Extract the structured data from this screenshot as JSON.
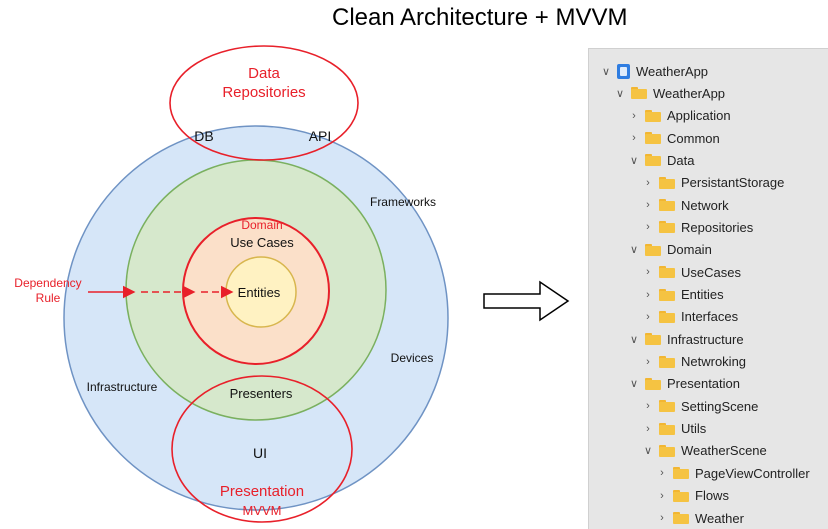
{
  "title": "Clean Architecture + MVVM",
  "diagram": {
    "data_repositories": {
      "line1": "Data",
      "line2": "Repositories"
    },
    "db": "DB",
    "api": "API",
    "frameworks": "Frameworks",
    "devices": "Devices",
    "infrastructure": "Infrastructure",
    "domain": "Domain",
    "use_cases": "Use Cases",
    "entities": "Entities",
    "presenters": "Presenters",
    "ui": "UI",
    "presentation": {
      "line1": "Presentation",
      "line2": "MVVM"
    },
    "dependency_rule": {
      "line1": "Dependency",
      "line2": "Rule"
    },
    "colors": {
      "outer_fill": "#d6e6f8",
      "outer_stroke": "#6f93c4",
      "green_fill": "#d6e8cc",
      "green_stroke": "#7ab05f",
      "orange_fill": "#fbe0c9",
      "red": "#e8202a",
      "core_fill": "#fff2c2",
      "core_stroke": "#d8b64e"
    }
  },
  "tree": {
    "items": [
      {
        "label": "WeatherApp",
        "icon": "project-icon",
        "expanded": true,
        "depth": 0
      },
      {
        "label": "WeatherApp",
        "icon": "folder-icon",
        "expanded": true,
        "depth": 1
      },
      {
        "label": "Application",
        "icon": "folder-icon",
        "expanded": false,
        "depth": 2
      },
      {
        "label": "Common",
        "icon": "folder-icon",
        "expanded": false,
        "depth": 2
      },
      {
        "label": "Data",
        "icon": "folder-icon",
        "expanded": true,
        "depth": 2
      },
      {
        "label": "PersistantStorage",
        "icon": "folder-icon",
        "expanded": false,
        "depth": 3
      },
      {
        "label": "Network",
        "icon": "folder-icon",
        "expanded": false,
        "depth": 3
      },
      {
        "label": "Repositories",
        "icon": "folder-icon",
        "expanded": false,
        "depth": 3
      },
      {
        "label": "Domain",
        "icon": "folder-icon",
        "expanded": true,
        "depth": 2
      },
      {
        "label": "UseCases",
        "icon": "folder-icon",
        "expanded": false,
        "depth": 3
      },
      {
        "label": "Entities",
        "icon": "folder-icon",
        "expanded": false,
        "depth": 3
      },
      {
        "label": "Interfaces",
        "icon": "folder-icon",
        "expanded": false,
        "depth": 3
      },
      {
        "label": "Infrastructure",
        "icon": "folder-icon",
        "expanded": true,
        "depth": 2
      },
      {
        "label": "Netwroking",
        "icon": "folder-icon",
        "expanded": false,
        "depth": 3
      },
      {
        "label": "Presentation",
        "icon": "folder-icon",
        "expanded": true,
        "depth": 2
      },
      {
        "label": "SettingScene",
        "icon": "folder-icon",
        "expanded": false,
        "depth": 3
      },
      {
        "label": "Utils",
        "icon": "folder-icon",
        "expanded": false,
        "depth": 3
      },
      {
        "label": "WeatherScene",
        "icon": "folder-icon",
        "expanded": true,
        "depth": 3
      },
      {
        "label": "PageViewController",
        "icon": "folder-icon",
        "expanded": false,
        "depth": 4
      },
      {
        "label": "Flows",
        "icon": "folder-icon",
        "expanded": false,
        "depth": 4
      },
      {
        "label": "Weather",
        "icon": "folder-icon",
        "expanded": false,
        "depth": 4
      }
    ]
  }
}
